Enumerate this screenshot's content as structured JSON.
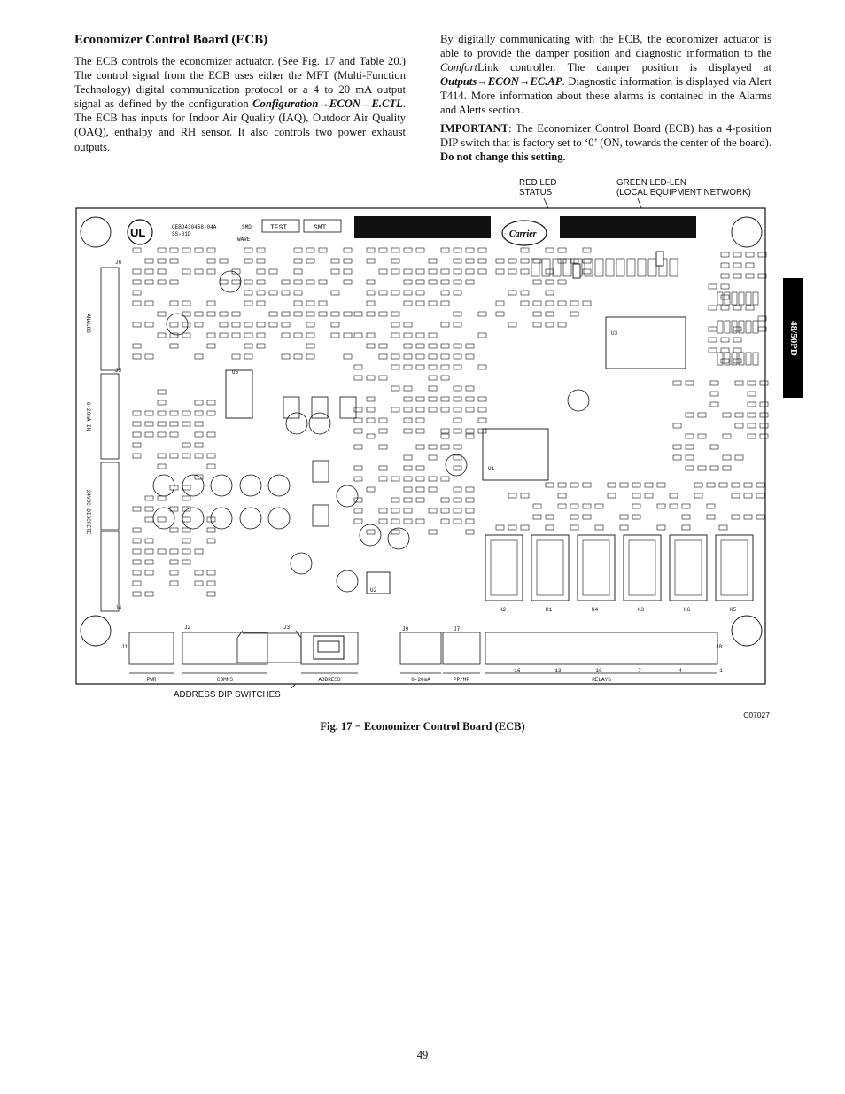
{
  "section": {
    "title": "Economizer Control Board (ECB)",
    "para1": {
      "t1": "The ECB controls the economizer actuator. (See Fig. 17 and Table 20.)  The control signal from the ECB uses either the MFT (Multi-Function Technology) digital communication protocol or a 4 to 20 mA output signal as defined by the configuration ",
      "path": "Configuration→ECON→E.CTL",
      "t2": ". The ECB has inputs for Indoor Air Quality (IAQ), Outdoor Air Quality (OAQ), enthalpy and RH sensor. It also controls two power exhaust outputs."
    },
    "para2": {
      "t1": "By digitally communicating with the ECB, the economizer actuator is able to provide the damper position and diagnostic information to the ",
      "brand_italic": "Comfort",
      "brand_rest": "Link controller. The damper position is displayed at ",
      "path": "Outputs→ECON→EC.AP",
      "t2": ". Diagnostic information is displayed via Alert T414. More information about these alarms is contained in the Alarms and Alerts section."
    },
    "important": {
      "label": "IMPORTANT",
      "t1": ":  The Economizer Control Board (ECB) has a 4-position DIP switch that is factory set to ‘0’ (ON, towards the center of the board). ",
      "bold": "Do not change this setting."
    }
  },
  "side_tab": "48/50PD",
  "figure": {
    "callouts": {
      "red_led_1": "RED LED",
      "red_led_2": "STATUS",
      "green_led_1": "GREEN LED-LEN",
      "green_led_2": "(LOCAL EQUIPMENT NETWORK)",
      "dip": "ADDRESS DIP SWITCHES"
    },
    "code": "C07027",
    "caption": "Fig. 17 − Economizer Control Board (ECB)",
    "board": {
      "part_no_1": "CEBD430458-04A",
      "part_no_2": "SS-01D",
      "smd": "SMD",
      "wave": "WAVE",
      "test": "TEST",
      "smt": "SMT",
      "brand": "Carrier",
      "connectors": [
        "PWR",
        "COMMS",
        "ADDRESS",
        "0-20mA",
        "PP/MP",
        "RELAYS"
      ],
      "relays": [
        "K2",
        "K1",
        "K4",
        "K3",
        "K6",
        "K5"
      ],
      "relay_pins": [
        "16",
        "13",
        "10",
        "7",
        "4",
        "1"
      ],
      "jacks": [
        "J1",
        "J2",
        "J3",
        "J9",
        "J7",
        "J8"
      ],
      "left_labels": [
        "ANALOG",
        "0-20mA IN",
        "24VDC DISCRETE"
      ],
      "chips": [
        "U3",
        "U1",
        "U6",
        "U2"
      ],
      "j_labels": [
        "J6",
        "J5",
        "J4"
      ]
    }
  },
  "page_number": "49"
}
